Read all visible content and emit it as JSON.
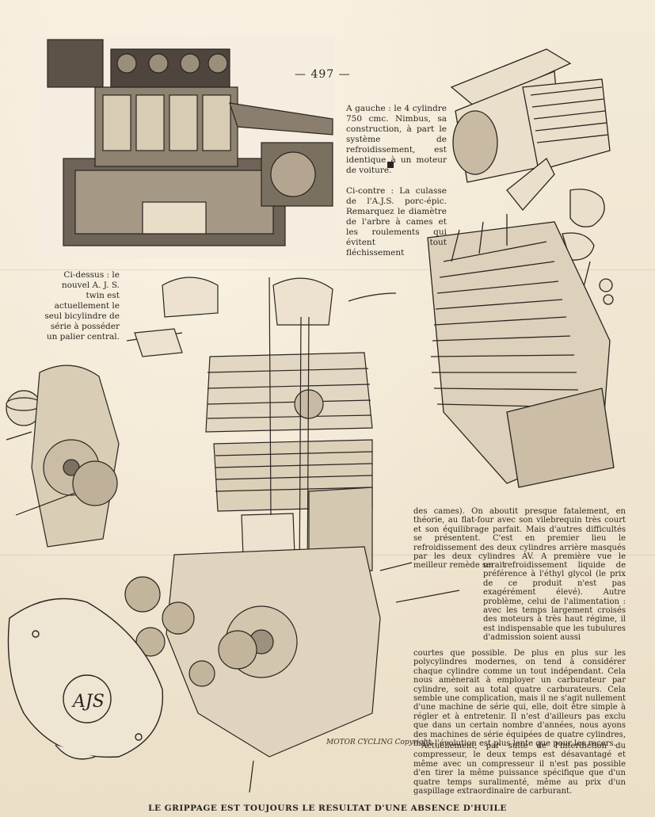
{
  "page_number": "— 497 —",
  "captions": {
    "nimbus": "A gauche : le 4 cylindre 750 cmc. Nimbus, sa construction, à part le système de refroidissement, est identique à un moteur de voiture.",
    "ajs_head": "Ci-contre : La culasse de l'A.J.S. porc-épic. Remarquez le diamètre de l'arbre à cames et les roulements qui évitent tout fléchissement",
    "ajs_twin": "Ci-dessus : le nouvel A. J. S. twin est actuellement le seul bicylindre de série à posséder un palier central."
  },
  "article": {
    "paragraph_1_top": "des cames). On aboutit presque fatalement, en théorie, au flat-four avec son vilebrequin très court et son équilibrage parfait. Mais d'autres difficultés se présentent. C'est en premier lieu le refroidissement des deux cylindres arrière masqués par les deux cylindres AV. A première vue le meilleur remède serait",
    "paragraph_1_mid": "un refroidissement liquide de préférence à l'éthyl glycol (le prix de ce produit n'est pas exagérément élevé). Autre problème, celui de l'alimentation : avec les temps largement croisés des moteurs à très haut régime, il est indispensable que les tubulures d'admission soient aussi",
    "paragraph_1_bottom": "courtes que possible. De plus en plus sur les polycylindres modernes, on tend à considérer chaque cylindre comme un tout indépendant. Cela nous amènerait à employer un carburateur par cylindre, soit au total quatre carburateurs. Cela semble une complication, mais il ne s'agit nullement d'une machine de série qui, elle, doit être simple à régler et à entretenir. Il n'est d'ailleurs pas exclu que dans un certain nombre d'années, nous ayons des machines de série équipées de quatre cylindres, mais l'évolution est plus lente que pour les racers.",
    "paragraph_2": "Actuellement, par suite de l'interdiction du compresseur, le deux temps est désavantagé et même avec un compresseur il n'est pas possible d'en tirer la même puissance spécifique que d'un quatre temps suralimenté, même au prix d'un gaspillage extraordinaire de carburant."
  },
  "illustration_credit": "MOTOR CYCLING Copyright",
  "footer": "LE GRIPPAGE EST TOUJOURS LE RESULTAT D'UNE ABSENCE D'HUILE",
  "icons": [
    "nimbus-engine-cutaway",
    "ajs-porcupine-cylinder-head",
    "ajs-twin-exploded-view",
    "ajs-logo-cover"
  ]
}
